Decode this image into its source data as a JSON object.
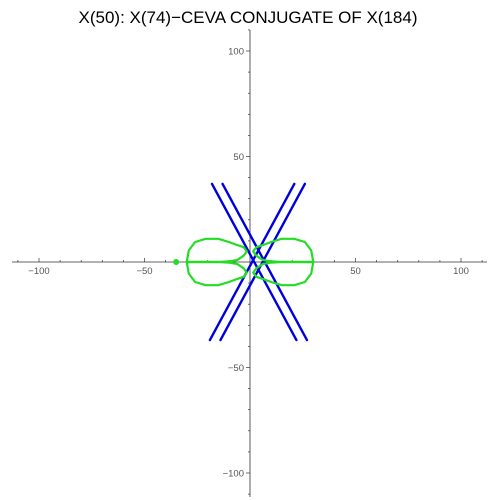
{
  "chart_data": {
    "type": "line",
    "title": "X(50): X(74)−CEVA CONJUGATE OF X(184)",
    "xlabel": "",
    "ylabel": "",
    "xlim": [
      -112,
      112
    ],
    "ylim": [
      -112,
      112
    ],
    "grid": false,
    "x_ticks": [
      -100,
      -50,
      50,
      100
    ],
    "y_ticks": [
      100,
      50,
      -50,
      -100
    ],
    "x_tick_labels": [
      "−100",
      "−50",
      "50",
      "100"
    ],
    "y_tick_labels": [
      "100",
      "50",
      "−50",
      "−100"
    ],
    "series": [
      {
        "kind": "segment",
        "color": "#0000dd",
        "x": [
          -18,
          22
        ],
        "y": [
          37,
          -37
        ]
      },
      {
        "kind": "segment",
        "color": "#0000dd",
        "x": [
          -13,
          27
        ],
        "y": [
          37,
          -37
        ]
      },
      {
        "kind": "segment",
        "color": "#0000dd",
        "x": [
          -19,
          21
        ],
        "y": [
          -37,
          37
        ]
      },
      {
        "kind": "segment",
        "color": "#0000dd",
        "x": [
          -14,
          26
        ],
        "y": [
          -37,
          37
        ]
      },
      {
        "kind": "curve",
        "color": "#22dd22",
        "x": [
          30,
          29,
          26,
          21,
          15,
          10,
          6,
          3,
          1.5,
          3,
          6,
          10,
          15,
          21,
          26,
          29,
          30
        ],
        "y": [
          0,
          5.5,
          9.5,
          11,
          11,
          9.5,
          8,
          7,
          5,
          3,
          1,
          0.3,
          0,
          0,
          0,
          0,
          0
        ],
        "mirror": true
      }
    ],
    "points": [
      {
        "color": "#22dd22",
        "x": -35,
        "y": 0
      }
    ],
    "colors": {
      "axis": "#333333",
      "tick_label": "#555555",
      "lines": "#0000dd",
      "curve": "#22dd22"
    }
  }
}
